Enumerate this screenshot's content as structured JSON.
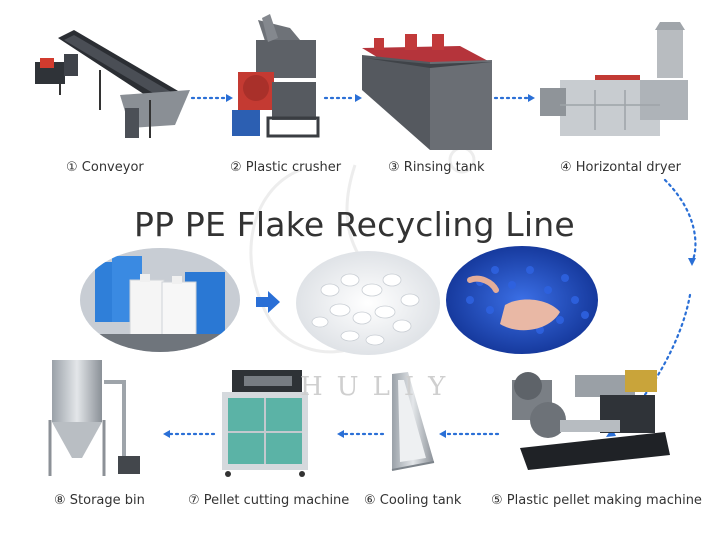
{
  "title": "PP PE Flake Recycling Line",
  "watermark": "HULIY",
  "colors": {
    "arrow": "#2a6fd6",
    "machine_gray": "#6b6e73",
    "accent_red": "#c0302b",
    "pellet_blue": "#1f4fc9",
    "cabinet_green": "#5bb3a6"
  },
  "steps": [
    {
      "label": "① Conveyor"
    },
    {
      "label": "② Plastic crusher"
    },
    {
      "label": "③ Rinsing tank"
    },
    {
      "label": "④ Horizontal dryer"
    },
    {
      "label": "⑤ Plastic pellet making machine"
    },
    {
      "label": "⑥ Cooling tank"
    },
    {
      "label": "⑦ Pellet cutting machine"
    },
    {
      "label": "⑧ Storage bin"
    }
  ],
  "materials": [
    {
      "name": "plastic-containers-photo"
    },
    {
      "name": "white-pellets-photo"
    },
    {
      "name": "blue-pellets-photo"
    }
  ]
}
